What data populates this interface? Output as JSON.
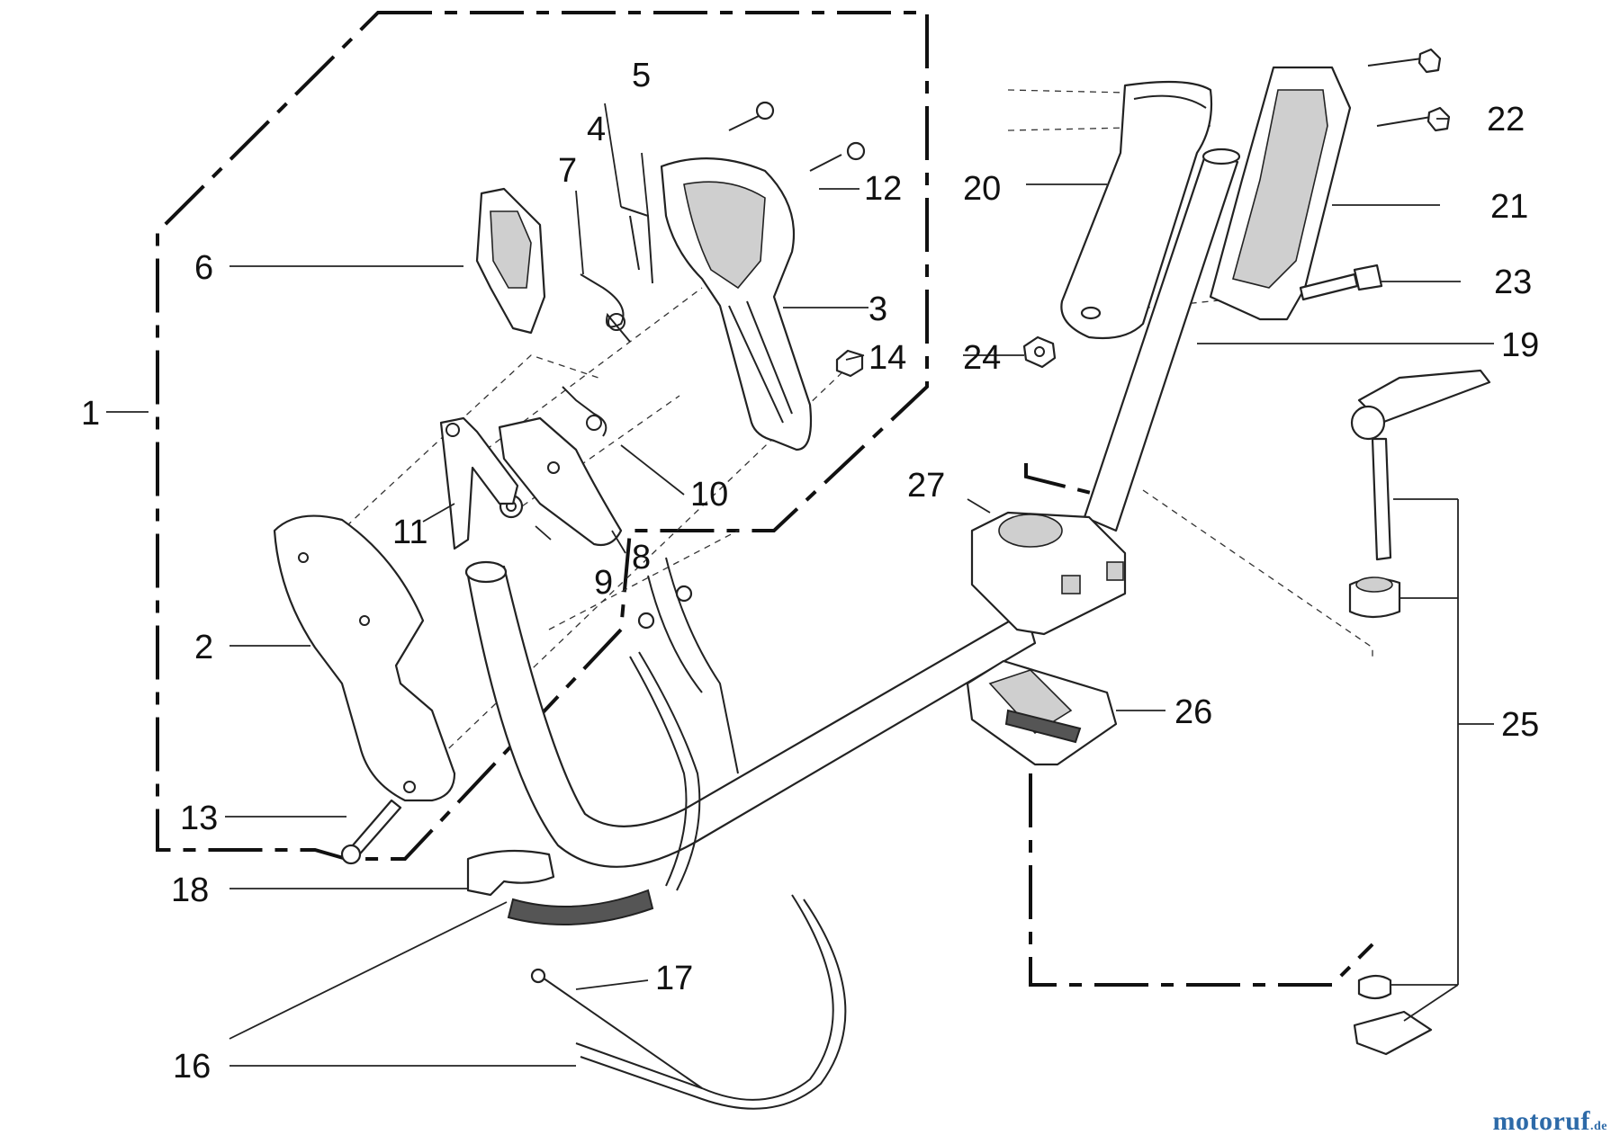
{
  "labels": {
    "p1": "1",
    "p2": "2",
    "p3": "3",
    "p4": "4",
    "p5": "5",
    "p6": "6",
    "p7": "7",
    "p8": "8",
    "p9": "9",
    "p10": "10",
    "p11": "11",
    "p12": "12",
    "p13": "13",
    "p14": "14",
    "p16": "16",
    "p17": "17",
    "p18": "18",
    "p19": "19",
    "p20": "20",
    "p21": "21",
    "p22": "22",
    "p23": "23",
    "p24": "24",
    "p25": "25",
    "p26": "26",
    "p27": "27"
  },
  "watermark": {
    "brand": "motoruf",
    "tld": ".de"
  }
}
